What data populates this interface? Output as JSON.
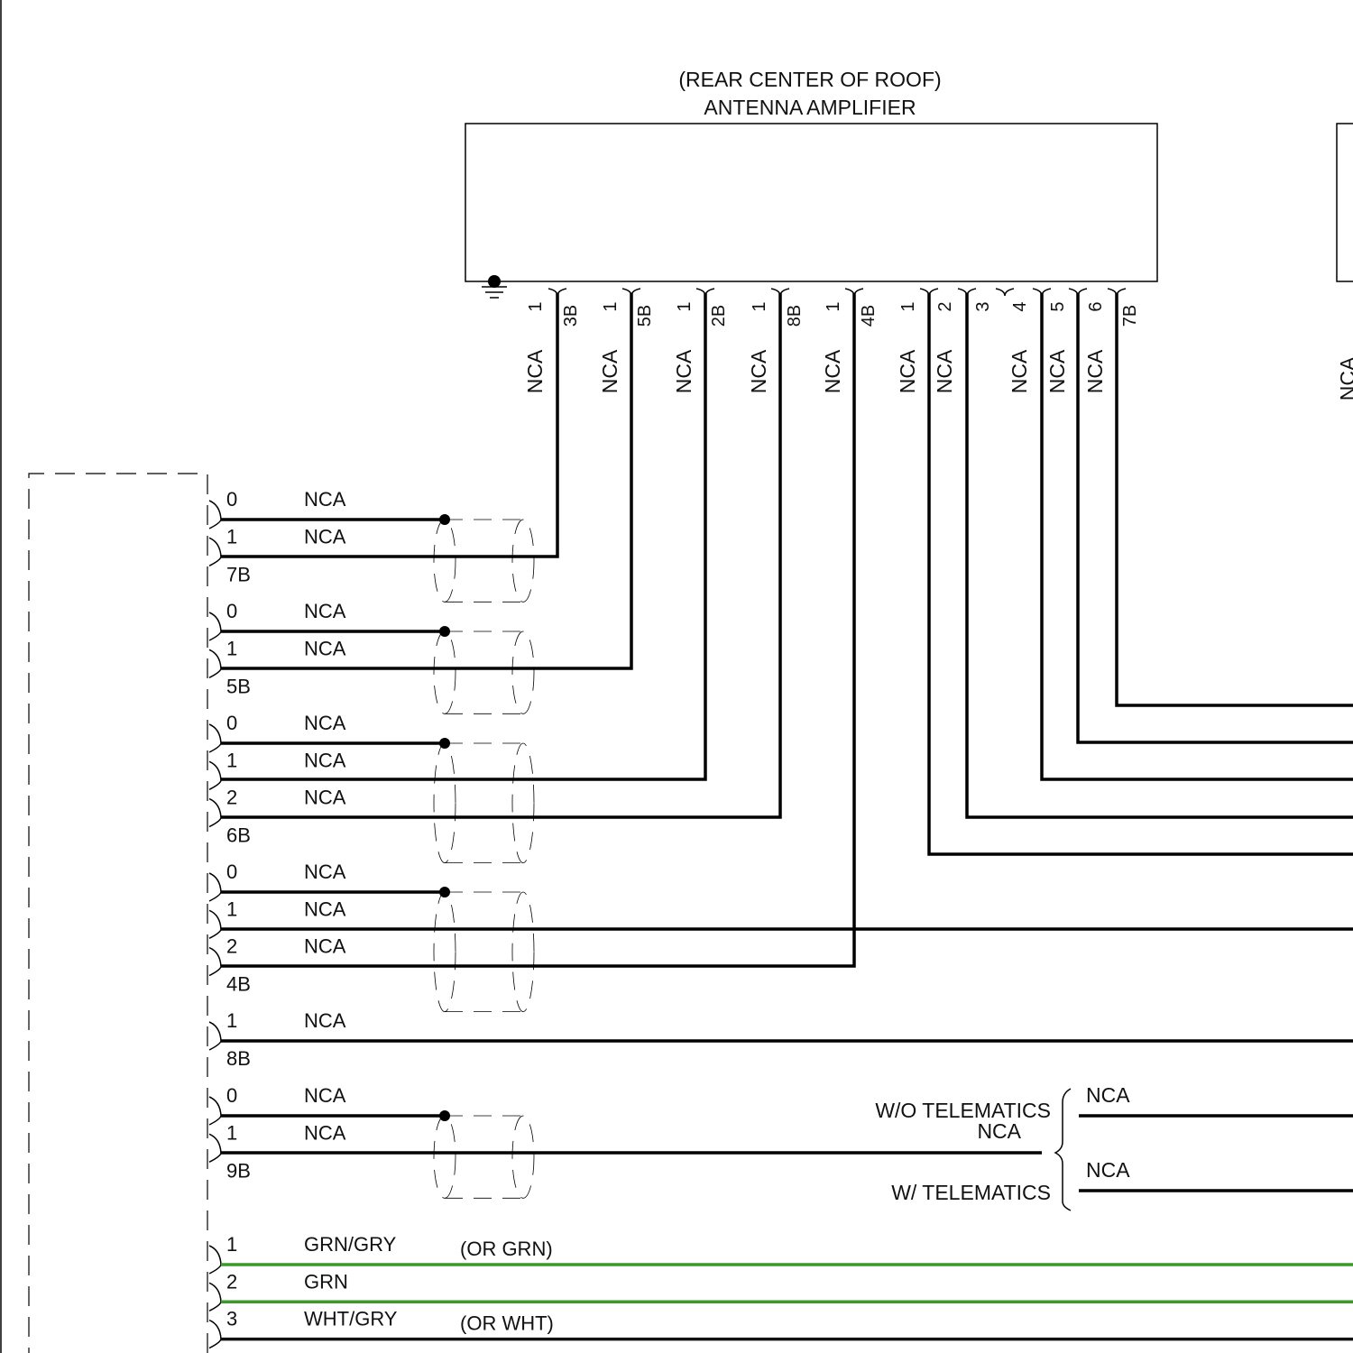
{
  "amplifier": {
    "title_line1": "(REAR CENTER OF ROOF)",
    "title_line2": "ANTENNA AMPLIFIER",
    "pins": [
      {
        "pin": "1",
        "cavity": "3B",
        "wire": "NCA"
      },
      {
        "pin": "1",
        "cavity": "5B",
        "wire": "NCA"
      },
      {
        "pin": "1",
        "cavity": "2B",
        "wire": "NCA"
      },
      {
        "pin": "1",
        "cavity": "8B",
        "wire": "NCA"
      },
      {
        "pin": "1",
        "cavity": "4B",
        "wire": "NCA"
      },
      {
        "pin": "1",
        "cavity": "",
        "wire": "NCA"
      },
      {
        "pin": "2",
        "cavity": "",
        "wire": "NCA"
      },
      {
        "pin": "3",
        "cavity": "",
        "wire": ""
      },
      {
        "pin": "4",
        "cavity": "",
        "wire": "NCA"
      },
      {
        "pin": "5",
        "cavity": "",
        "wire": "NCA"
      },
      {
        "pin": "6",
        "cavity": "",
        "wire": "NCA"
      },
      {
        "pin": "",
        "cavity": "7B",
        "wire": ""
      }
    ]
  },
  "edge_label": "NCA",
  "connector_groups": [
    {
      "id": "7B",
      "pins": [
        {
          "pin": "0",
          "wire": "NCA"
        },
        {
          "pin": "1",
          "wire": "NCA"
        }
      ]
    },
    {
      "id": "5B",
      "pins": [
        {
          "pin": "0",
          "wire": "NCA"
        },
        {
          "pin": "1",
          "wire": "NCA"
        }
      ]
    },
    {
      "id": "6B",
      "pins": [
        {
          "pin": "0",
          "wire": "NCA"
        },
        {
          "pin": "1",
          "wire": "NCA"
        },
        {
          "pin": "2",
          "wire": "NCA"
        }
      ]
    },
    {
      "id": "4B",
      "pins": [
        {
          "pin": "0",
          "wire": "NCA"
        },
        {
          "pin": "1",
          "wire": "NCA"
        },
        {
          "pin": "2",
          "wire": "NCA"
        }
      ]
    },
    {
      "id": "8B",
      "pins": [
        {
          "pin": "1",
          "wire": "NCA"
        }
      ]
    },
    {
      "id": "9B",
      "pins": [
        {
          "pin": "0",
          "wire": "NCA"
        },
        {
          "pin": "1",
          "wire": "NCA"
        }
      ]
    }
  ],
  "telematics": {
    "without": "W/O TELEMATICS",
    "without_wire": "NCA",
    "with": "W/ TELEMATICS",
    "wire_upper": "NCA",
    "wire_lower": "NCA"
  },
  "power_wires": [
    {
      "pin": "1",
      "color": "GRN/GRY",
      "alt": "(OR GRN)",
      "stroke": "#3a9a28"
    },
    {
      "pin": "2",
      "color": "GRN",
      "alt": "",
      "stroke": "#3a9a28"
    },
    {
      "pin": "3",
      "color": "WHT/GRY",
      "alt": "(OR WHT)",
      "stroke": "#111111"
    }
  ]
}
